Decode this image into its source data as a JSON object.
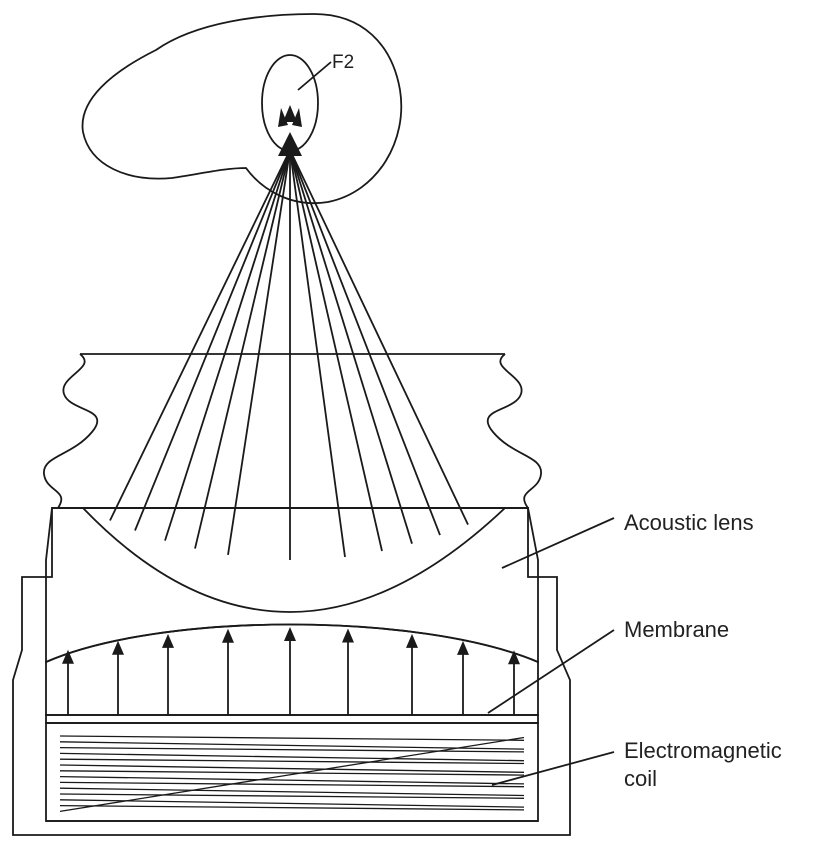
{
  "diagram": {
    "focus_label": "F2",
    "labels": {
      "acoustic_lens": "Acoustic lens",
      "membrane": "Membrane",
      "coil_line1": "Electromagnetic",
      "coil_line2": "coil"
    },
    "colors": {
      "kidney": "#c8998b",
      "focal_zone": "#efd8d2",
      "housing": "#8fa8c9",
      "lens": "#d6e1ef",
      "outline": "#1a1a1a",
      "background": "#ffffff"
    }
  }
}
